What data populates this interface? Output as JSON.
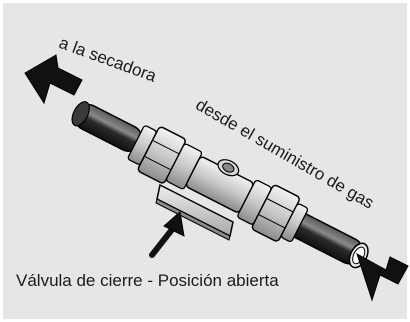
{
  "diagram": {
    "labels": {
      "to_dryer": "a la secadora",
      "from_supply": "desde el suministro de gas",
      "caption": "Válvula de cierre - Posición abierta"
    },
    "colors": {
      "panel": "#e6e6e6",
      "arrow": "#111111",
      "pipe": "#2b2b2b",
      "fitting": "#bcbcbc",
      "outline": "#000000"
    }
  }
}
